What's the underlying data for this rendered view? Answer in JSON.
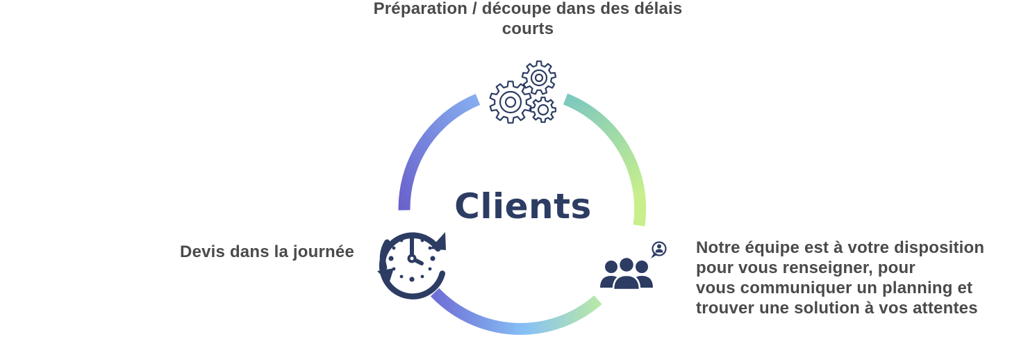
{
  "center": {
    "title": "Clients"
  },
  "steps": [
    {
      "text": "Préparation / découpe dans des délais courts",
      "icon": "gears-icon"
    },
    {
      "text": "Devis dans la journée",
      "icon": "clock-refresh-icon"
    },
    {
      "lines": [
        "Notre équipe est à votre disposition",
        "pour vous renseigner, pour",
        "vous communiquer un planning et",
        "trouver une solution à vos attentes"
      ],
      "icon": "team-support-icon"
    }
  ],
  "colors": {
    "icon": "#2c3c63",
    "title": "#2c3c63",
    "text": "#4a4a4a",
    "arc_left": [
      "#6a62cc",
      "#86aef0"
    ],
    "arc_right": [
      "#7cc8c0",
      "#c8ef8c"
    ],
    "arc_bottom": [
      "#6f6fd6",
      "#86c0f5",
      "#b8e8a8"
    ]
  }
}
